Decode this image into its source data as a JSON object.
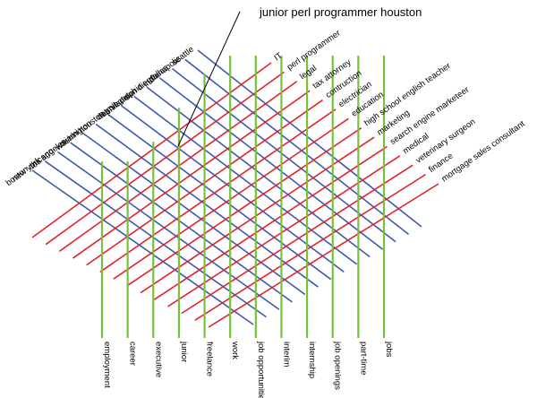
{
  "callout": {
    "text": "junior perl programmer houston"
  },
  "colors": {
    "city": "#3f58b0",
    "job": "#e0242b",
    "modifier": "#77c23a"
  },
  "diagram": {
    "cities": [
      "boston",
      "new york",
      "chicago",
      "los angeles",
      "miami",
      "washington",
      "houston",
      "detroit",
      "las vegas",
      "philadelphia",
      "san diego",
      "dallas",
      "indianapolis",
      "seattle"
    ],
    "jobs": [
      "IT",
      "perl programmer",
      "legal",
      "tax attorney",
      "contruction",
      "electrician",
      "education",
      "high school english teacher",
      "marketing",
      "search engine marketeer",
      "medical",
      "veterinary surgeon",
      "finance",
      "mortgage sales consultant"
    ],
    "modifiers": [
      "employment",
      "career",
      "executive",
      "junior",
      "freelance",
      "work",
      "job opportunities",
      "interim",
      "internship",
      "job openings",
      "part-time",
      "jobs"
    ]
  }
}
